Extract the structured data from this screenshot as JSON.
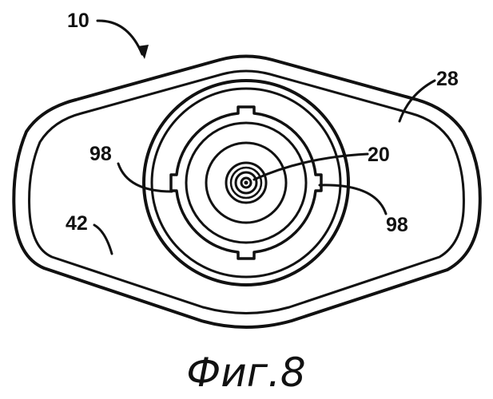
{
  "figure": {
    "caption": "Фиг.8",
    "labels": {
      "assembly": "10",
      "housing": "28",
      "center": "20",
      "tab_left": "98",
      "tab_right": "98",
      "inner_edge": "42"
    }
  }
}
